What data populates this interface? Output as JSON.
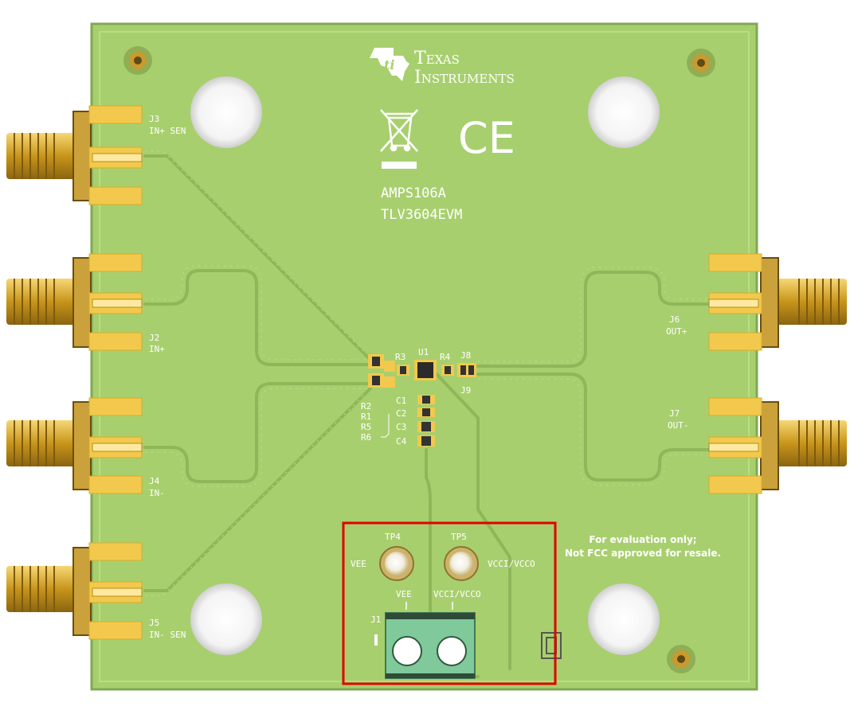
{
  "board": {
    "brand_line1": "Texas",
    "brand_line2": "Instruments",
    "board_id": "AMPS106A",
    "board_name": "TLV3604EVM",
    "ce_mark": "CE",
    "notice_line1": "For evaluation only;",
    "notice_line2": "Not FCC approved for resale."
  },
  "connectors": {
    "j3": {
      "ref": "J3",
      "signal": "IN+ SEN"
    },
    "j2": {
      "ref": "J2",
      "signal": "IN+"
    },
    "j4": {
      "ref": "J4",
      "signal": "IN-"
    },
    "j5": {
      "ref": "J5",
      "signal": "IN- SEN"
    },
    "j6": {
      "ref": "J6",
      "signal": "OUT+"
    },
    "j7": {
      "ref": "J7",
      "signal": "OUT-"
    }
  },
  "components": {
    "u1": "U1",
    "r3": "R3",
    "r4": "R4",
    "j8": "J8",
    "j9": "J9",
    "r_left": [
      "R2",
      "R1",
      "R5",
      "R6"
    ],
    "caps": [
      "C1",
      "C2",
      "C3",
      "C4"
    ]
  },
  "power": {
    "tp4_ref": "TP4",
    "tp4_net": "VEE",
    "tp5_ref": "TP5",
    "tp5_net": "VCCI/VCCO",
    "j1_ref": "J1",
    "j1_pin1": "VEE",
    "j1_pin2": "VCCI/VCCO"
  },
  "colors": {
    "board": "#a8cf6e",
    "pad": "#f2c94c",
    "connector": "#d4a017",
    "highlight": "#e00000",
    "terminal": "#7fc99a"
  }
}
